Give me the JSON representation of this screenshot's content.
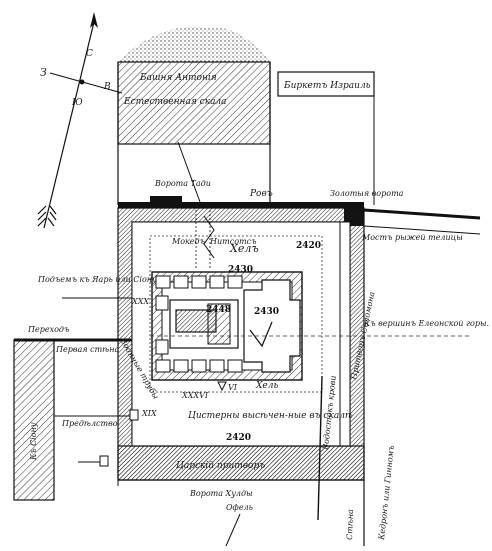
{
  "compass": {
    "north": "С",
    "west": "З",
    "east": "В",
    "south": "Ю"
  },
  "labels": {
    "antonia": "Башня Антонія",
    "rock": "Естественная скала",
    "birket": "Биркетъ Израиль",
    "gate_tadi": "Ворота Тади",
    "moat": "Ровъ",
    "golden_gate": "Золотыя ворота",
    "bridge_maybe": "Мостъ рыжей телицы",
    "hel_top": "Хелъ",
    "n2420": "2420",
    "n2430": "2430",
    "n2448": "2448",
    "n2430b": "2430",
    "mokeed": "Мокедъ",
    "nitsots": "Нитсотсъ",
    "ascent_label": "Подъемъ къ Яарь или Сіону",
    "xxx": "XXX",
    "to_summit": "Къ вершинъ Елеонской горы.",
    "crossing": "Переходъ",
    "first_wall": "Первая стѣна",
    "water_trench": "Водяные трубы",
    "xxxvi": "XXXVI",
    "vi": "VI",
    "hel_bottom": "Хель",
    "xix": "XIX",
    "predel": "Предѣлство",
    "cisterns": "Цистерны высѣчен-ные въ скалѣ",
    "n2420b": "2420",
    "left_mount": "Къ Сіону",
    "east_cloister": "Притворъ Соломона",
    "water_drain": "Водостокъ крови",
    "royal_cloister": "Царскій притворъ",
    "hulda_gates": "Ворота Хулды",
    "ophel": "Офель",
    "wall": "Стѣна",
    "kidron": "Кедронъ или Гинномъ"
  }
}
